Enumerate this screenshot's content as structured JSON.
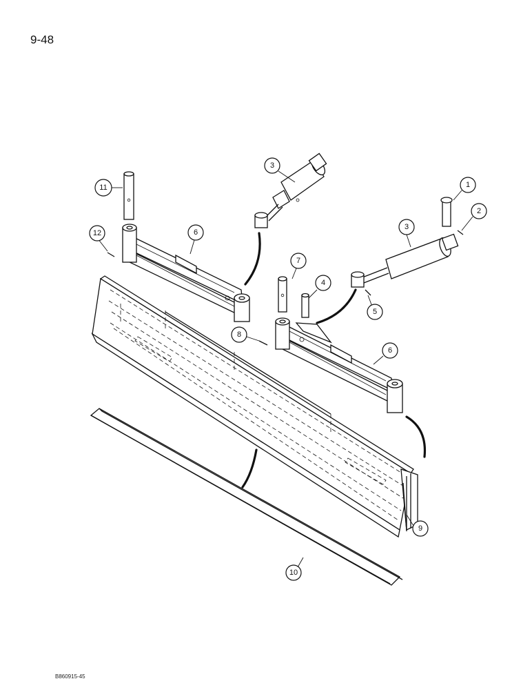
{
  "page_number": "9-48",
  "figure_code": "B860915-45",
  "callouts": {
    "c1": "1",
    "c2": "2",
    "c3a": "3",
    "c3b": "3",
    "c4": "4",
    "c5": "5",
    "c6a": "6",
    "c6b": "6",
    "c7": "7",
    "c8": "8",
    "c9": "9",
    "c10": "10",
    "c11": "11",
    "c12": "12"
  }
}
